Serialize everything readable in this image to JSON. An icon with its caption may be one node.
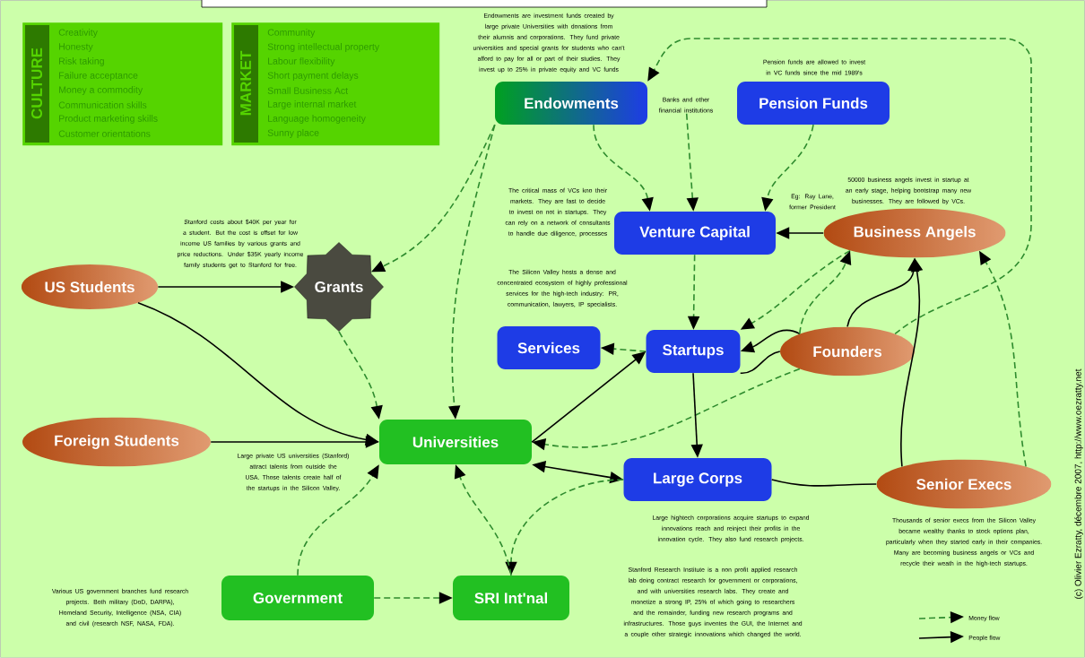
{
  "diagram": {
    "nodes": [
      {
        "text": [
          "CULTURE",
          "Creativity",
          "Honesty",
          "Risk taking",
          "Failure acceptance",
          "Money a commodity",
          "Communication skills",
          "Product marketing skills",
          "Customer orientations"
        ]
      },
      {
        "text": [
          "MARKET",
          "Community",
          "Strong intellectual property",
          "Labour flexibility",
          "Short payment delays",
          "Small Business Act",
          "Large internal market",
          "Language homogeneity",
          "Sunny place"
        ]
      },
      {
        "text": [
          "Endowments"
        ],
        "beside": [
          "Endowments are investment funds created by large private Universities with donations from their alumnis and corporations. They fund private universities and special grants for students who can't afford to pay for all or part of their studies. They invest up to 25% in private equity and VC funds"
        ]
      },
      {
        "text": [
          "Pension Funds"
        ],
        "beside": [
          "Pension funds are allowed to invest in VC funds since the mid 1989's"
        ]
      },
      {
        "text": [
          "Banks and other financial institutions"
        ]
      },
      {
        "text": [
          "Venture Capital"
        ],
        "beside": [
          "The critical mass of VCs kno their markets. They are fast to decide to invest on not in startups. They can rely on a network of consultants to handle due diligence, processes"
        ]
      },
      {
        "text": [
          "Business Angels"
        ],
        "beside": [
          "50000 business angels invest in startup at an early stage, helping bootstrap many new businesses. They are followed by VCs."
        ]
      },
      {
        "text": [
          "US Students"
        ]
      },
      {
        "text": [
          "Grants"
        ],
        "beside": [
          "Stanford costs about $40K per year for a student. But the cost is offset for low income US families by various grants and price reductions. Under $35K yearly income family students get to Stanford for free."
        ]
      },
      {
        "text": [
          "Services"
        ]
      },
      {
        "text": [
          "Startups"
        ]
      },
      {
        "text": [
          "Founders"
        ]
      },
      {
        "text": [
          "Foreign Students"
        ]
      },
      {
        "text": [
          "Universities"
        ]
      },
      {
        "text": [
          "Large Corps"
        ]
      },
      {
        "text": [
          "Senior Execs"
        ]
      },
      {
        "text": [
          "Government"
        ]
      },
      {
        "text": [
          "SRI Int'nal"
        ]
      }
    ],
    "edges": [
      {
        "from": 11,
        "to": 2,
        "arrow": "to",
        "style": "dashed"
      },
      {
        "from": 2,
        "to": 8,
        "arrow": "to",
        "style": "dashed"
      },
      {
        "from": 2,
        "to": 13,
        "arrow": "to",
        "style": "dashed"
      },
      {
        "from": 2,
        "to": 5,
        "arrow": "to",
        "style": "dashed"
      },
      {
        "from": 4,
        "to": 5,
        "arrow": "to",
        "style": "dashed"
      },
      {
        "from": 3,
        "to": 5,
        "arrow": "to",
        "style": "dashed"
      },
      {
        "from": 6,
        "to": 5,
        "arrow": "to",
        "color": "#000000"
      },
      {
        "from": 5,
        "to": 10,
        "arrow": "to",
        "style": "dashed"
      },
      {
        "from": 6,
        "to": 10,
        "arrow": "to",
        "style": "dashed"
      },
      {
        "from": 7,
        "to": 8,
        "arrow": "to",
        "color": "#000000"
      },
      {
        "from": 7,
        "to": 13,
        "arrow": "to",
        "color": "#000000"
      },
      {
        "from": 8,
        "to": 13,
        "arrow": "to",
        "style": "dashed"
      },
      {
        "from": 10,
        "to": 9,
        "arrow": "to",
        "style": "dashed"
      },
      {
        "from": 11,
        "to": 10,
        "arrow": "to",
        "color": "#000000"
      },
      {
        "from": 10,
        "to": 11,
        "arrow": "none",
        "color": "#000000"
      },
      {
        "from": 11,
        "to": 6,
        "arrow": "to",
        "color": "#000000"
      },
      {
        "from": 11,
        "to": 6,
        "arrow": "to",
        "style": "dashed"
      },
      {
        "from": 15,
        "to": 6,
        "arrow": "to",
        "color": "#000000"
      },
      {
        "from": 15,
        "to": 6,
        "arrow": "to",
        "style": "dashed"
      },
      {
        "from": 12,
        "to": 13,
        "arrow": "to",
        "color": "#000000"
      },
      {
        "from": 13,
        "to": 10,
        "arrow": "to",
        "color": "#000000"
      },
      {
        "from": 11,
        "to": 13,
        "arrow": "to",
        "style": "dashed"
      },
      {
        "from": 13,
        "to": 14,
        "arrow": "both",
        "color": "#000000"
      },
      {
        "from": 10,
        "to": 14,
        "arrow": "to",
        "color": "#000000"
      },
      {
        "from": 14,
        "to": 15,
        "arrow": "none",
        "color": "#000000"
      },
      {
        "from": 14,
        "to": 17,
        "arrow": "to",
        "style": "dashed"
      },
      {
        "from": 16,
        "to": 13,
        "arrow": "to",
        "style": "dashed"
      },
      {
        "from": 16,
        "to": 17,
        "arrow": "to",
        "style": "dashed"
      },
      {
        "from": 17,
        "to": 13,
        "arrow": "to",
        "style": "dashed"
      }
    ],
    "labels": [
      "Eg: Ray Lane, former President",
      "The Silicon Valley hosts a dense and concentrated ecosystem of highly professional services for the high-tech industry: PR, communication, lawyers, IP specialists.",
      "Large private US universities (Stanford) attract talents from outside the USA. Those talents create half of the startups in the Silicon Valley.",
      "Large hightech corporations acquire startups to expand innovations reach and reinject their profits in the innovation cycle. They also fund research projects.",
      "Thousands of senior execs from the Silicon Valley became wealthy thanks to stock options plan, particularly when they started early in their companies. Many are becoming business angels or VCs and recycle their weath in the high-tech startups.",
      "Various US government branches fund research projects. Both military (DoD, DARPA), Homeland Security, Intelligence (NSA, CIA) and civil (research NSF, NASA, FDA).",
      "Stanford Research Institute is a non profit applied research lab doing contract research for government or corporations, and with universities research labs. They create and monetize a strong IP, 25% of which going to researchers and the remainder, funding new research programs and infrastructures. Those guys inventes the GUI, the Internet and a couple other strategic innovations which changed the world.",
      "(c) Olivier Ezratty, décembre 2007, http://www.oezratty.net"
    ],
    "legend": [
      {
        "text": "Money flow"
      },
      {
        "text": "People flow"
      }
    ]
  }
}
